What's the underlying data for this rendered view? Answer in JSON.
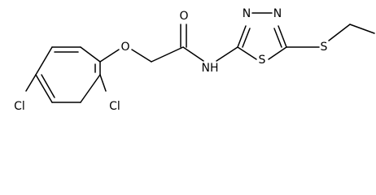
{
  "structure": {
    "atom_labels": {
      "ring_o": "O",
      "carbonyl_o": "O",
      "amide_nh": "NH",
      "ring_n1": "N",
      "ring_n2": "N",
      "ring_s": "S",
      "thioether_s": "S",
      "cl_para": "Cl",
      "cl_ortho": "Cl"
    },
    "colors": {
      "bond": "#000000",
      "label": "#000000",
      "background": "#ffffff"
    }
  }
}
